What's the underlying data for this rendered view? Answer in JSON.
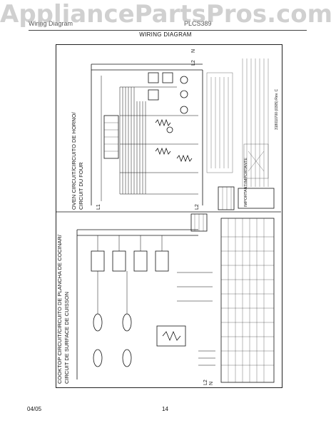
{
  "watermark": {
    "text": "AppliancePartsPros.com"
  },
  "header": {
    "section_left": "Wiring Diagram",
    "model_mid": "PLCS389",
    "title": "WIRING DIAGRAM"
  },
  "diagram": {
    "oven_circuit_title_es": "OVEN CIRCUIT/CIRCUITO DE HORNO/",
    "oven_circuit_title_fr": "CIRCUIT DU FOUR",
    "cooktop_circuit_title_es": "COOKTOP CIRCUIT/CIRCUITO DE PLANCHA DE COCINAR/",
    "cooktop_circuit_title_fr": "CIRCUIT DE SURFACE DE CUISSON",
    "l1_label": "L1",
    "l2_label": "L2",
    "n_label": "N",
    "important_label": "IMPORTANT/IMPORTANTE",
    "part_number": "318010700 (0305) Rev. C"
  },
  "footer": {
    "date": "04/05",
    "page": "14"
  }
}
